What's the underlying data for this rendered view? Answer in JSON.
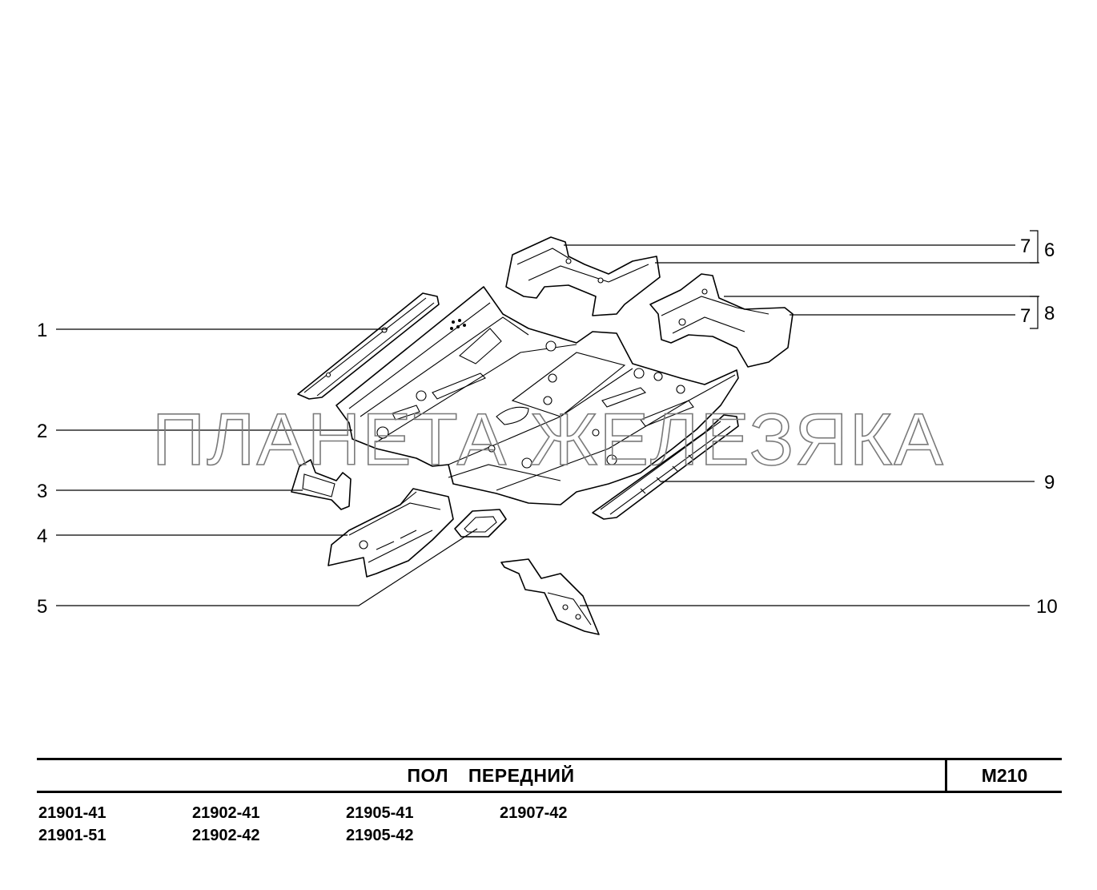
{
  "watermark": "ПЛАНЕТА ЖЕЛЕЗЯКА",
  "callouts": {
    "c1": "1",
    "c2": "2",
    "c3": "3",
    "c4": "4",
    "c5": "5",
    "c6": "6",
    "c7a": "7",
    "c7b": "7",
    "c8": "8",
    "c9": "9",
    "c10": "10"
  },
  "title_block": {
    "title": "ПОЛ   ПЕРЕДНИЙ",
    "code": "M210"
  },
  "models": {
    "col1": [
      "21901-41",
      "21901-51"
    ],
    "col2": [
      "21902-41",
      "21902-42"
    ],
    "col3": [
      "21905-41",
      "21905-42"
    ],
    "col4": [
      "21907-42"
    ]
  }
}
